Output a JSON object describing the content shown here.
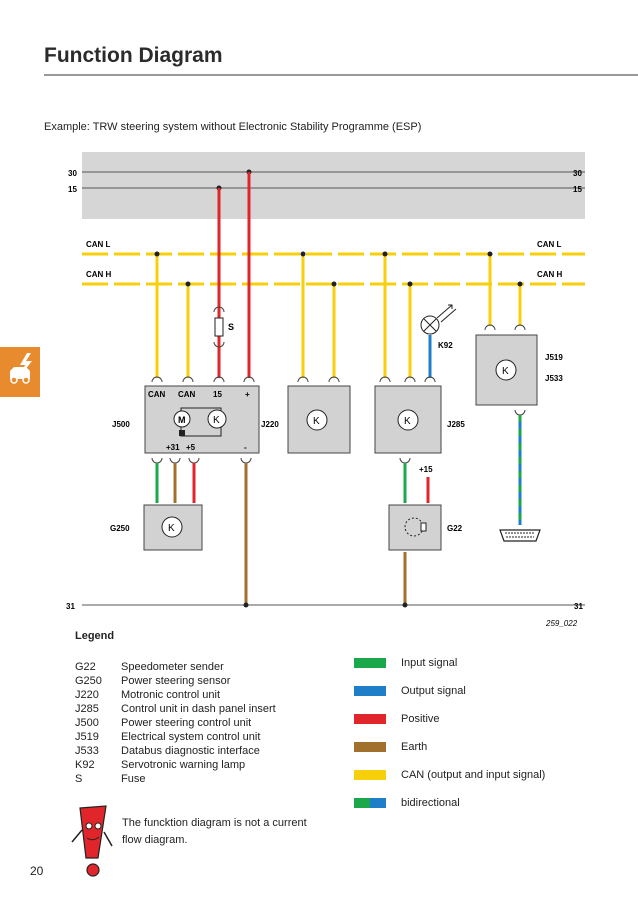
{
  "page": {
    "title": "Function Diagram",
    "subtitle": "Example: TRW steering system without Electronic Stability Programme (ESP)",
    "page_number": "20",
    "figure_id": "259_022"
  },
  "diagram": {
    "rail_30": "30",
    "rail_15": "15",
    "rail_31": "31",
    "can_l": "CAN L",
    "can_h": "CAN H",
    "fuse": "S",
    "lamp": "K92",
    "plus15": "+15",
    "components": {
      "j500": "J500",
      "j220": "J220",
      "j285": "J285",
      "j519": "J519",
      "j533": "J533",
      "g250": "G250",
      "g22": "G22"
    },
    "j500_pins": {
      "can1": "CAN",
      "can2": "CAN",
      "p15": "15",
      "plus": "+",
      "p31": "+31",
      "p5": "+5",
      "minus": "-"
    },
    "motor": "M",
    "control_symbol": "K"
  },
  "legend": {
    "title": "Legend",
    "items": [
      {
        "code": "G22",
        "text": "Speedometer sender"
      },
      {
        "code": "G250",
        "text": "Power steering sensor"
      },
      {
        "code": "J220",
        "text": "Motronic control unit"
      },
      {
        "code": "J285",
        "text": "Control unit in dash panel insert"
      },
      {
        "code": "J500",
        "text": "Power steering control unit"
      },
      {
        "code": "J519",
        "text": "Electrical system control unit"
      },
      {
        "code": "J533",
        "text": "Databus diagnostic interface"
      },
      {
        "code": "K92",
        "text": "Servotronic warning lamp"
      },
      {
        "code": "S",
        "text": "Fuse"
      }
    ],
    "signals": [
      {
        "label": "Input signal",
        "color": "#1aa84b"
      },
      {
        "label": "Output signal",
        "color": "#1e7fc8"
      },
      {
        "label": "Positive",
        "color": "#e0262b"
      },
      {
        "label": "Earth",
        "color": "#a0702c"
      },
      {
        "label": "CAN (output and input signal)",
        "color": "#f7cf0a"
      },
      {
        "label": "bidirectional",
        "color": "#1aa84b",
        "color2": "#1e7fc8"
      }
    ],
    "note": "The funcktion diagram is not a current flow diagram."
  }
}
